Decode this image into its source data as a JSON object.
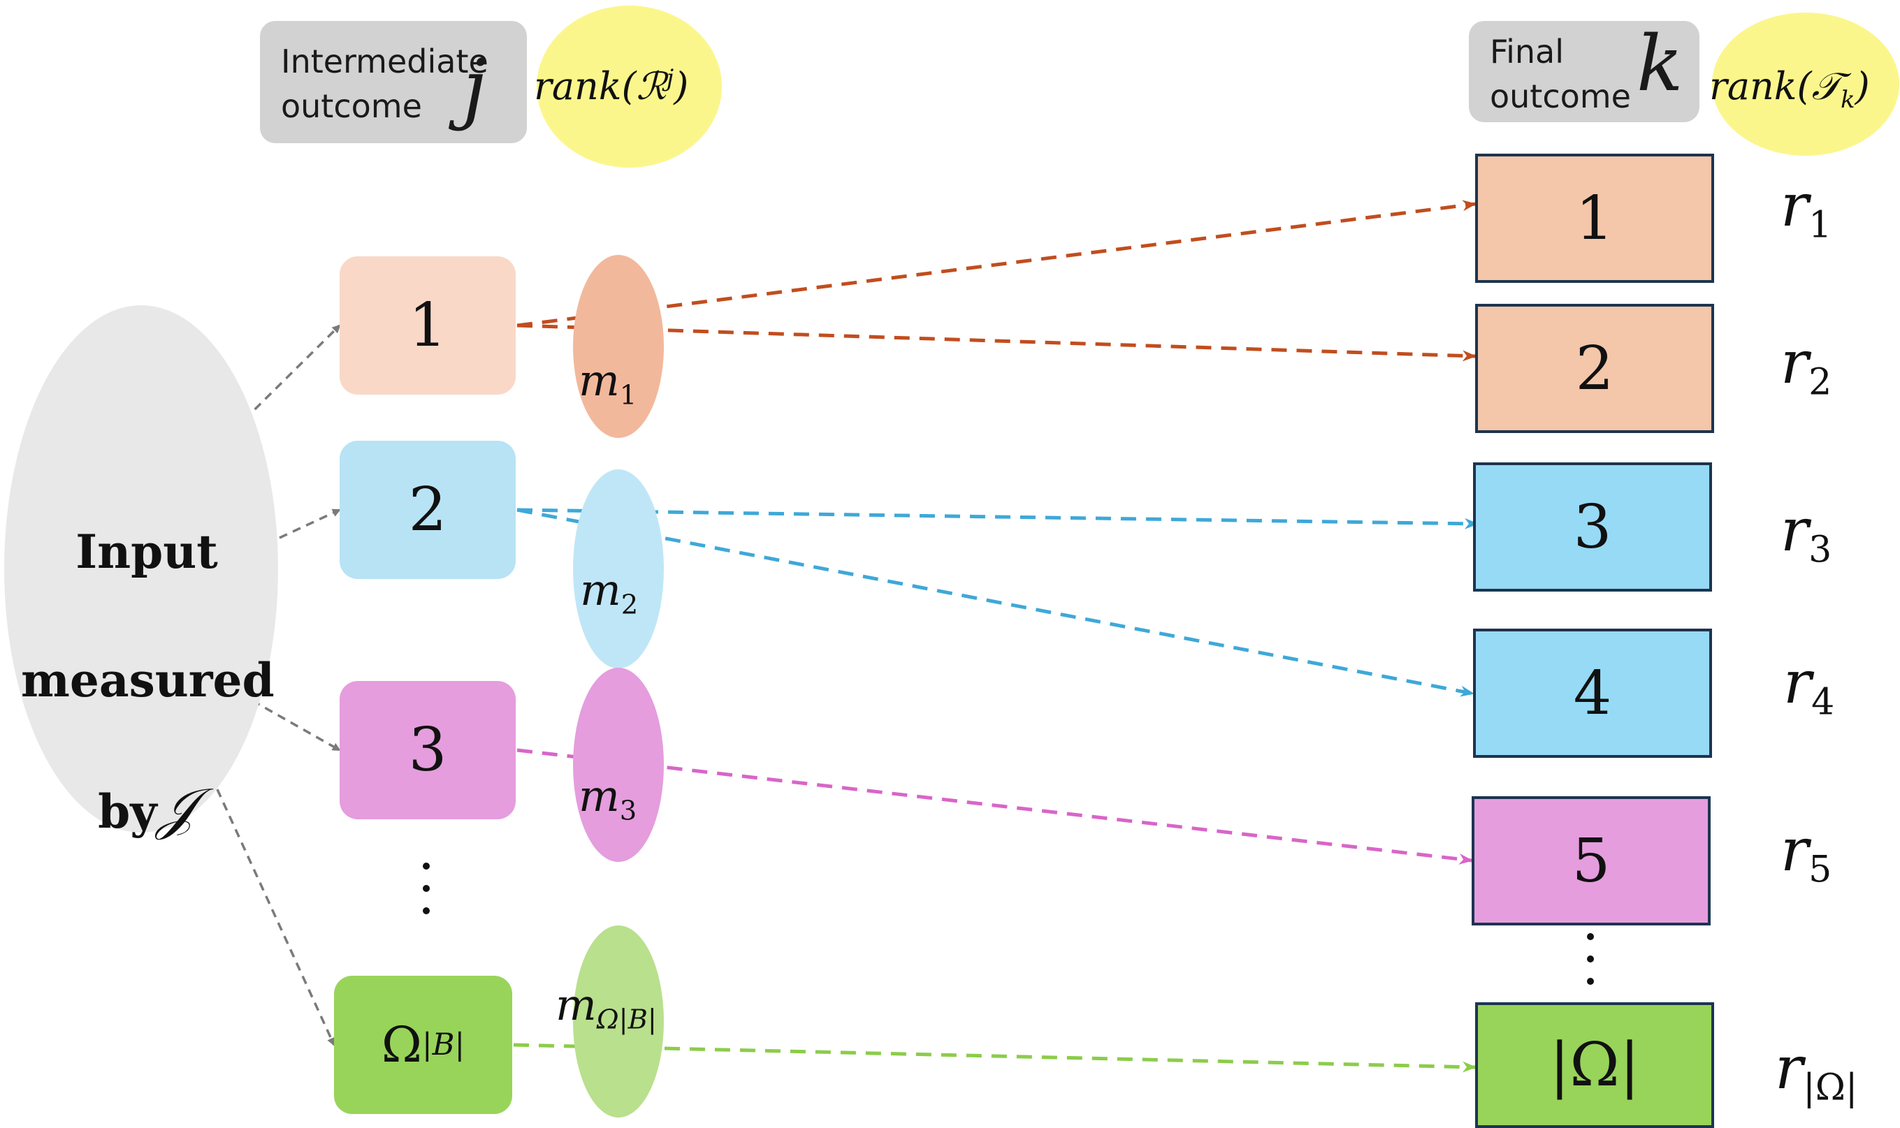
{
  "headers": {
    "intermediate": {
      "text": "Intermediate\noutcome",
      "var": "j",
      "rank": "rank(ℛ",
      "rank_sup": "j",
      "rank_close": ")"
    },
    "final": {
      "text": "Final\noutcome",
      "var": "k",
      "rank": "rank(𝒯",
      "rank_sub": "k",
      "rank_close": ")"
    }
  },
  "input": {
    "line1": "Input",
    "line2": "measured",
    "line3": "by",
    "sym": "𝒥"
  },
  "intermediate_nodes": [
    {
      "label": "1",
      "m": "m",
      "m_sub": "1",
      "color": "#f9d8c8",
      "m_color": "#f2b89c",
      "arrow_color": "#c14d1e"
    },
    {
      "label": "2",
      "m": "m",
      "m_sub": "2",
      "color": "#b8e3f5",
      "m_color": "#bfe6f7",
      "arrow_color": "#3ea8d8"
    },
    {
      "label": "3",
      "m": "m",
      "m_sub": "3",
      "color": "#e59ddd",
      "m_color": "#e59ddd",
      "arrow_color": "#d865c8"
    },
    {
      "label": "Ω",
      "label_sub": "|B|",
      "m": "m",
      "m_sub": "Ω|B|",
      "color": "#98d45a",
      "m_color": "#b9e08c",
      "arrow_color": "#8ccc4a"
    }
  ],
  "final_nodes": [
    {
      "label": "1",
      "r": "r",
      "r_sub": "1",
      "color": "#f4c6aa"
    },
    {
      "label": "2",
      "r": "r",
      "r_sub": "2",
      "color": "#f4c6aa"
    },
    {
      "label": "3",
      "r": "r",
      "r_sub": "3",
      "color": "#97daf5"
    },
    {
      "label": "4",
      "r": "r",
      "r_sub": "4",
      "color": "#97daf5"
    },
    {
      "label": "5",
      "r": "r",
      "r_sub": "5",
      "color": "#e59ddd"
    },
    {
      "label": "|Ω|",
      "r": "r",
      "r_sub": "|Ω|",
      "color": "#98d45a"
    }
  ],
  "edges": [
    {
      "from": 0,
      "to": 0
    },
    {
      "from": 0,
      "to": 1
    },
    {
      "from": 1,
      "to": 2
    },
    {
      "from": 1,
      "to": 3
    },
    {
      "from": 2,
      "to": 4
    },
    {
      "from": 3,
      "to": 5
    }
  ],
  "colors": {
    "input_arrow": "#7a7a7a",
    "header_bg": "#d2d2d2",
    "rank_bg": "#fbf68c",
    "box_border": "#1c3550"
  }
}
